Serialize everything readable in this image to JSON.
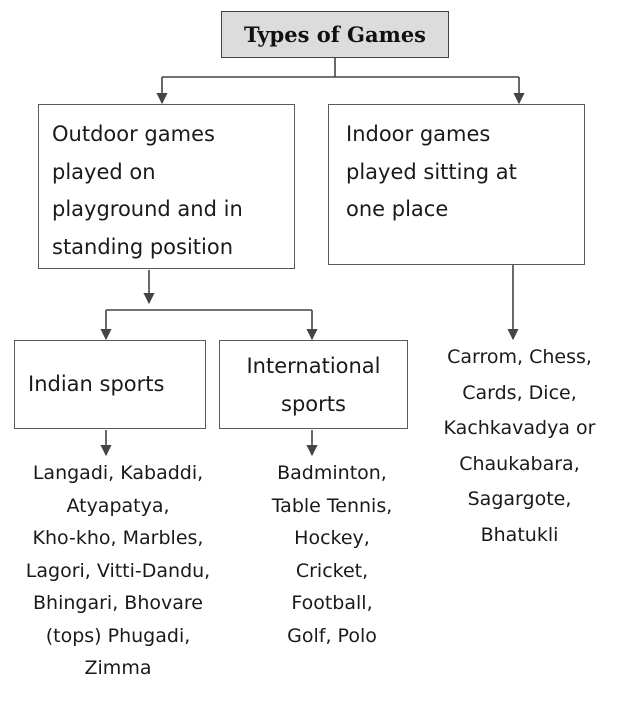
{
  "root": {
    "label": "Types of Games"
  },
  "outdoor": {
    "label": "Outdoor games\nplayed on\nplayground and in\nstanding position"
  },
  "indoor": {
    "label": "Indoor games\nplayed sitting at\none place",
    "examples": "Carrom, Chess,\nCards, Dice,\nKachkavadya or\nChaukabara,\nSagargote,\nBhatukli"
  },
  "indian": {
    "label": "Indian sports",
    "examples": "Langadi, Kabaddi,\nAtyapatya,\nKho-kho, Marbles,\nLagori, Vitti-Dandu,\nBhingari, Bhovare\n(tops) Phugadi,\nZimma"
  },
  "international": {
    "label": "International\nsports",
    "examples": "Badminton,\nTable Tennis,\nHockey,\nCricket,\nFootball,\nGolf, Polo"
  }
}
